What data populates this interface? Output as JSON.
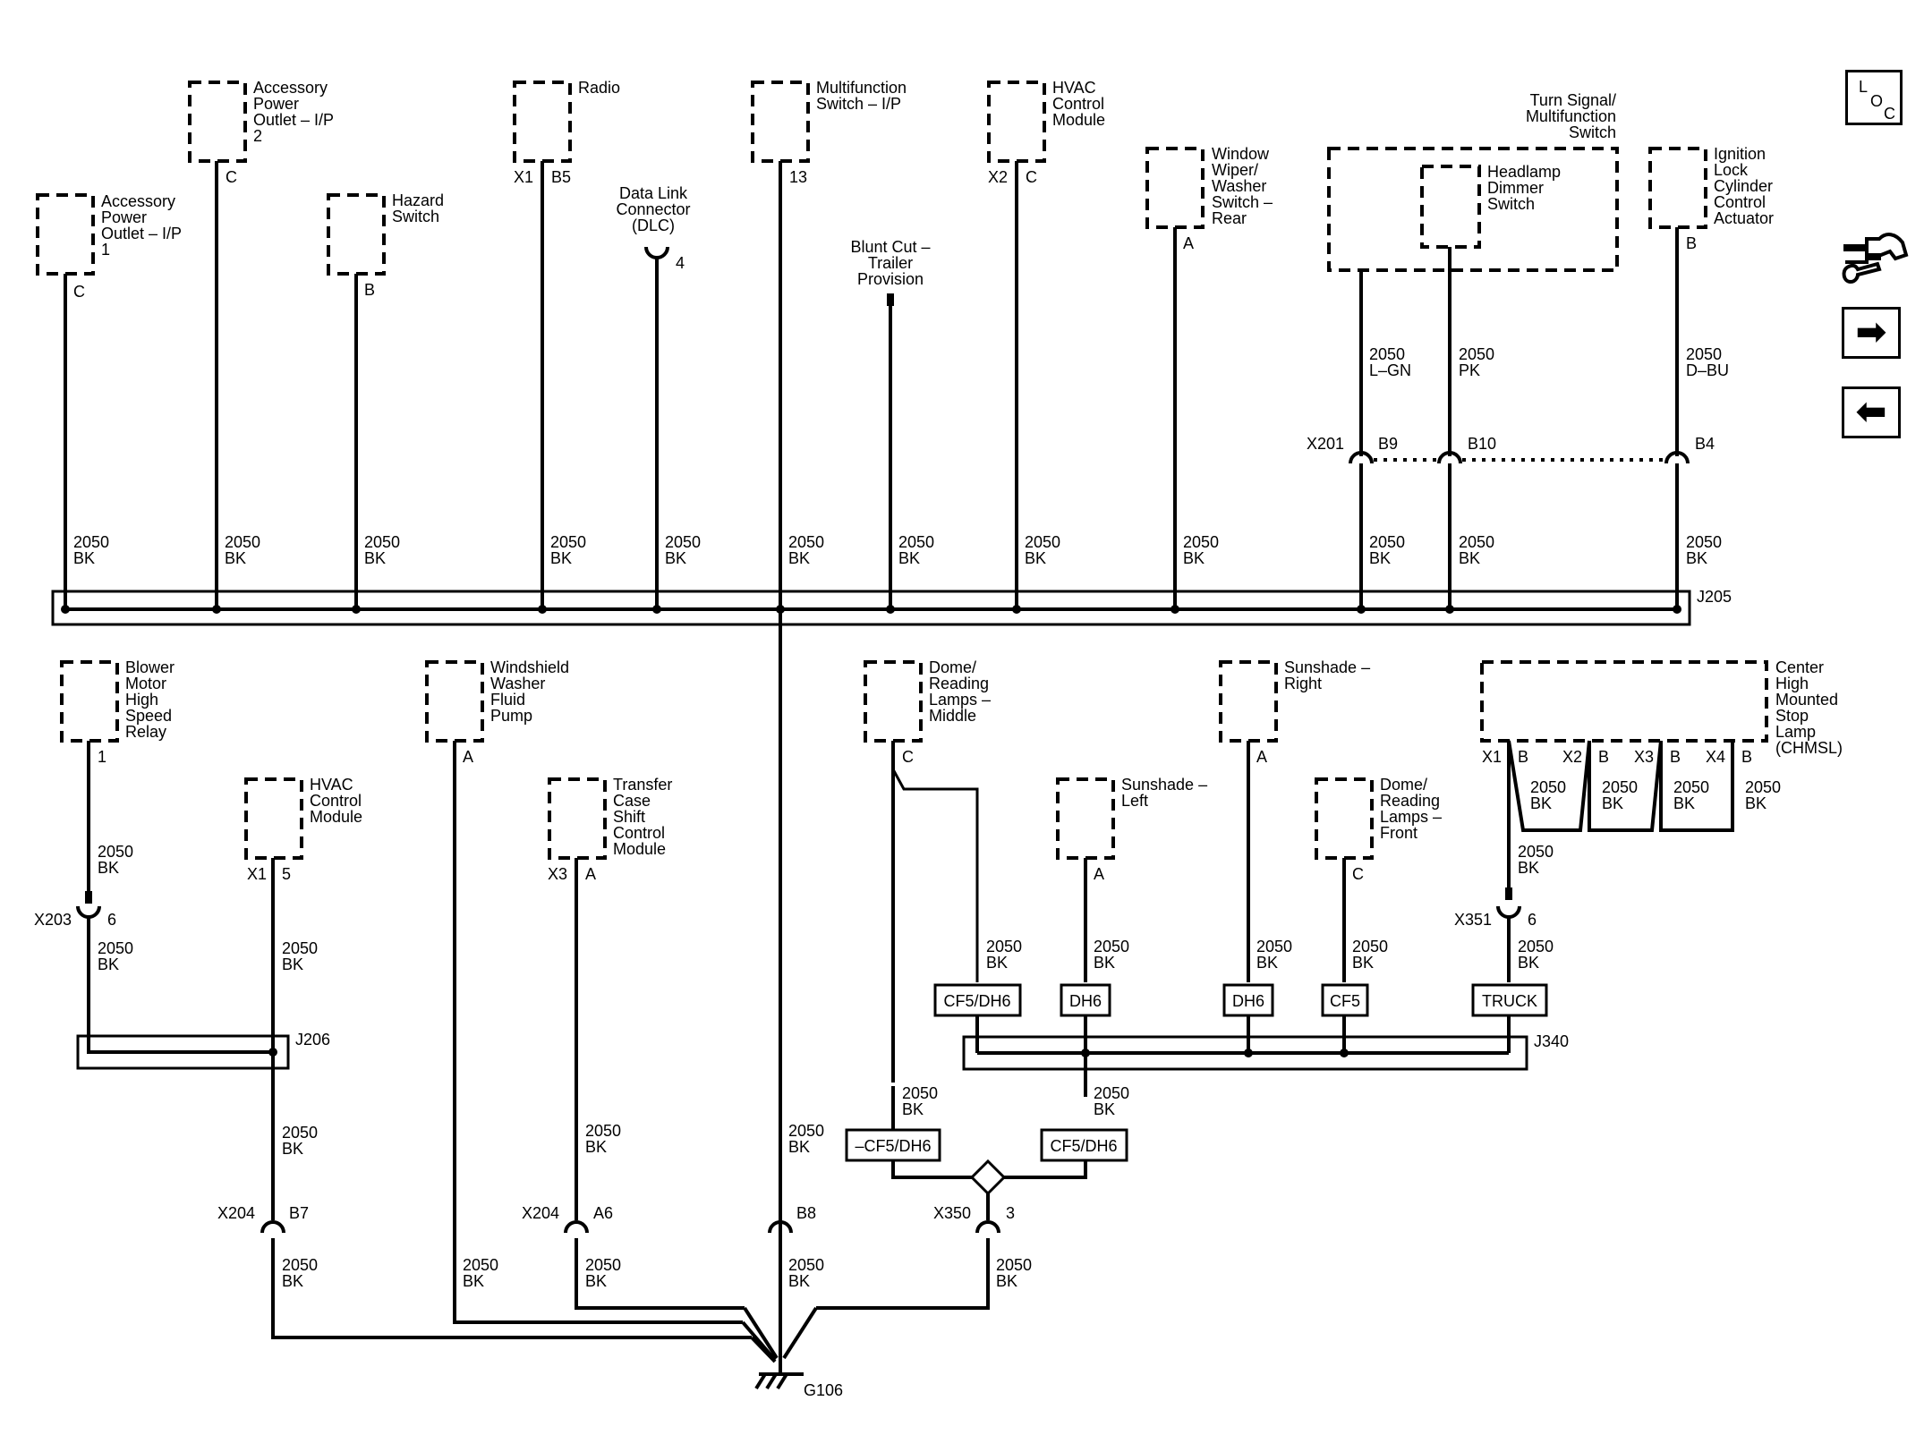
{
  "components": {
    "acc_outlet_1": [
      "Accessory",
      "Power",
      "Outlet – I/P",
      "1"
    ],
    "acc_outlet_2": [
      "Accessory",
      "Power",
      "Outlet – I/P",
      "2"
    ],
    "hazard": [
      "Hazard",
      "Switch"
    ],
    "radio": [
      "Radio"
    ],
    "dlc": [
      "Data Link",
      "Connector",
      "(DLC)"
    ],
    "multifunction": [
      "Multifunction",
      "Switch – I/P"
    ],
    "blunt_cut": [
      "Blunt Cut –",
      "Trailer",
      "Provision"
    ],
    "hvac_top": [
      "HVAC",
      "Control",
      "Module"
    ],
    "wiper": [
      "Window",
      "Wiper/",
      "Washer",
      "Switch –",
      "Rear"
    ],
    "turn_signal": [
      "Turn Signal/",
      "Multifunction",
      "Switch"
    ],
    "headlamp_dimmer": [
      "Headlamp",
      "Dimmer",
      "Switch"
    ],
    "ignition": [
      "Ignition",
      "Lock",
      "Cylinder",
      "Control",
      "Actuator"
    ],
    "blower": [
      "Blower",
      "Motor",
      "High",
      "Speed",
      "Relay"
    ],
    "hvac_bottom": [
      "HVAC",
      "Control",
      "Module"
    ],
    "washer_pump": [
      "Windshield",
      "Washer",
      "Fluid",
      "Pump"
    ],
    "transfer_case": [
      "Transfer",
      "Case",
      "Shift",
      "Control",
      "Module"
    ],
    "dome_middle": [
      "Dome/",
      "Reading",
      "Lamps –",
      "Middle"
    ],
    "sunshade_left": [
      "Sunshade –",
      "Left"
    ],
    "sunshade_right": [
      "Sunshade –",
      "Right"
    ],
    "dome_front": [
      "Dome/",
      "Reading",
      "Lamps –",
      "Front"
    ],
    "chmsl": [
      "Center",
      "High",
      "Mounted",
      "Stop",
      "Lamp",
      "(CHMSL)"
    ]
  },
  "pins": {
    "acc1": "C",
    "acc2": "C",
    "hazard": "B",
    "radio_conn": "X1",
    "radio_pin": "B5",
    "dlc": "4",
    "multi": "13",
    "hvac_conn": "X2",
    "hvac_pin": "C",
    "wiper": "A",
    "ignition": "B",
    "blower": "1",
    "hvac_b_conn": "X1",
    "hvac_b_pin": "5",
    "pump": "A",
    "transfer_conn": "X3",
    "transfer_pin": "A",
    "dome_mid": "C",
    "sun_left": "A",
    "sun_right": "A",
    "dome_front": "C",
    "chmsl_x1": "X1",
    "chmsl_x2": "X2",
    "chmsl_x3": "X3",
    "chmsl_x4": "X4",
    "chmsl_b": "B"
  },
  "connectors": {
    "x201": "X201",
    "x201_b9": "B9",
    "x201_b10": "B10",
    "x201_b4": "B4",
    "x203": "X203",
    "x203_pin": "6",
    "x204": "X204",
    "x204_b7": "B7",
    "x204_a6": "A6",
    "x204_b8": "B8",
    "x350": "X350",
    "x350_pin": "3",
    "x351": "X351",
    "x351_pin": "6"
  },
  "splices": {
    "j205": "J205",
    "j206": "J206",
    "j340": "J340"
  },
  "ground": "G106",
  "wire_circuit": "2050",
  "wire_colors": {
    "bk": "BK",
    "lgn": "L–GN",
    "pk": "PK",
    "dbu": "D–BU"
  },
  "options": {
    "cf5dh6": "CF5/DH6",
    "not_cf5dh6": "–CF5/DH6",
    "dh6": "DH6",
    "cf5": "CF5",
    "truck": "TRUCK"
  },
  "nav": {
    "loc": [
      "L",
      "O",
      "C"
    ],
    "tool_icon": "wrench-hand-icon",
    "next_icon": "arrow-right-icon",
    "prev_icon": "arrow-left-icon",
    "next_glyph": "➡",
    "prev_glyph": "⬅"
  }
}
